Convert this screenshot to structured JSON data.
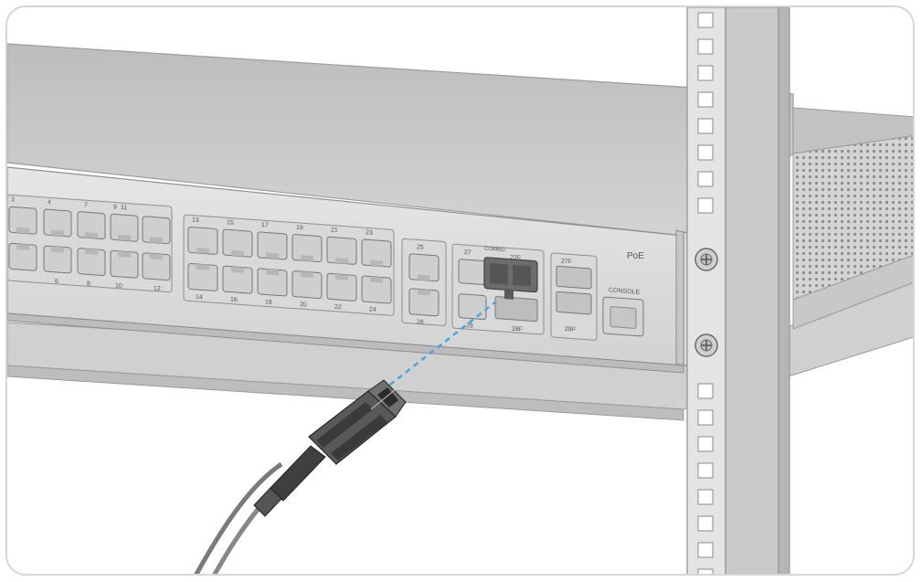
{
  "labels": {
    "ports_top": [
      "3",
      "4",
      "7",
      "9",
      "11",
      "13",
      "15",
      "17",
      "19",
      "21",
      "23"
    ],
    "ports_bottom": [
      "6",
      "8",
      "10",
      "12",
      "14",
      "16",
      "18",
      "20",
      "22",
      "24"
    ],
    "port_25": "25",
    "port_26": "26",
    "port_27": "27",
    "port_28": "28",
    "combo": "COMBO",
    "sfp_27f": "27F",
    "sfp_27f_b": "27F",
    "sfp_28f": "28F",
    "sfp_28f_b": "28F",
    "poe": "PoE",
    "console": "CONSOLE"
  },
  "icons": {
    "rack_screw": "screw-icon",
    "fiber_connector": "lc-connector-icon"
  },
  "colors": {
    "device_top": "#cbcbcb",
    "device_front": "#dedede",
    "rack": "#c4c4c4",
    "guide_line": "#3fa9e0",
    "sfp_module": "#6c6c6c"
  }
}
